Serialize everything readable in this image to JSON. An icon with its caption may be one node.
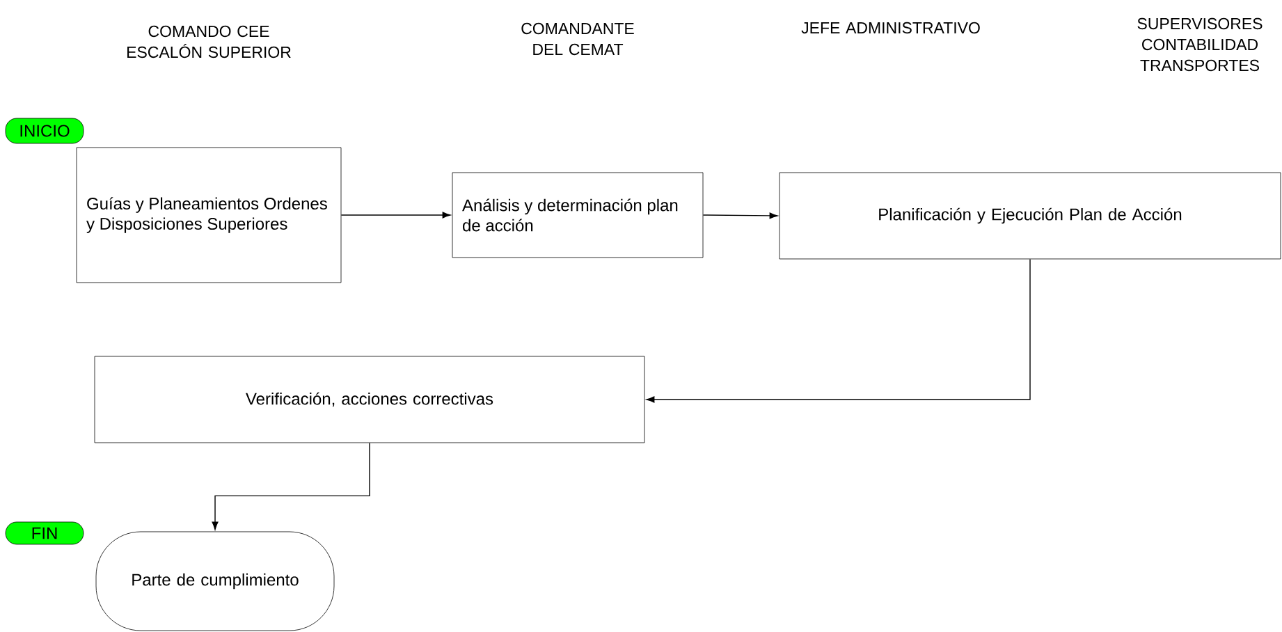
{
  "diagram": {
    "nodes": [
      {
        "text": [
          "INICIO"
        ]
      },
      {
        "text": [
          "Guías y Planeamientos Ordenes y Disposiciones Superiores"
        ]
      },
      {
        "text": [
          "Análisis y determinación plan de acción"
        ]
      },
      {
        "text": [
          "Planificación y Ejecución Plan de Acción"
        ]
      },
      {
        "text": [
          "Verificación, acciones correctivas"
        ]
      },
      {
        "text": [
          "FIN"
        ]
      },
      {
        "text": [
          "Parte de cumplimiento"
        ]
      }
    ],
    "edges": [
      {
        "from": 1,
        "to": 2,
        "arrow": "to"
      },
      {
        "from": 2,
        "to": 3,
        "arrow": "to"
      },
      {
        "from": 3,
        "to": 4,
        "arrow": "to"
      },
      {
        "from": 4,
        "to": 6,
        "arrow": "to"
      }
    ],
    "labels": [
      "COMANDO CEE ESCALÓN SUPERIOR",
      "COMANDANTE DEL CEMAT",
      "JEFE ADMINISTRATIVO",
      "SUPERVISORES CONTABILIDAD TRANSPORTES"
    ]
  }
}
